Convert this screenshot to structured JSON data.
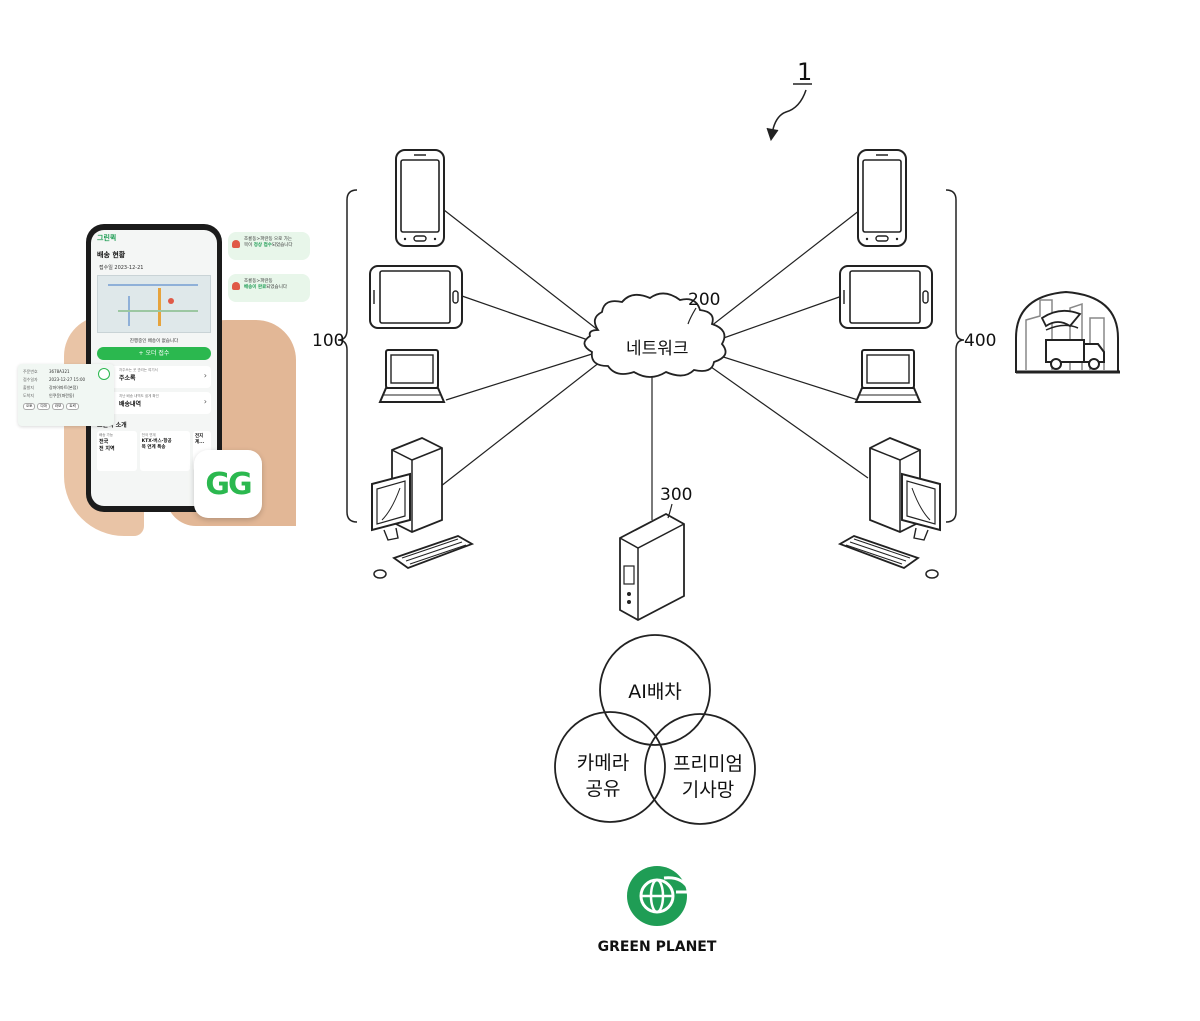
{
  "figure": {
    "ref_system": "1",
    "ref_user_terminals": "100",
    "ref_network": "200",
    "network_label": "네트워크",
    "ref_server": "300",
    "ref_driver_terminals": "400"
  },
  "venn": {
    "circle_top": "AI배차",
    "circle_left_line1": "카메라",
    "circle_left_line2": "공유",
    "circle_right_line1": "프리미엄",
    "circle_right_line2": "기사망"
  },
  "brand": {
    "name": "GREEN PLANET",
    "color": "#1f9d55"
  },
  "app": {
    "logo_text": "그린퀵",
    "section_title": "배송 현황",
    "date_line": "접수일 2023-12-21",
    "status_text": "진행중인 배송이 없습니다",
    "primary_button": "+ 오더 접수",
    "menu1_sub": "자주쓰는 곳 관리는 여기서",
    "menu1_title": "주소록",
    "menu2_sub": "지난 배송 내역도 쉽게 확인",
    "menu2_title": "배송내역",
    "intro_title": "그린퀵 소개",
    "card1_sub": "배송 가능",
    "card1_title_line1": "전국",
    "card1_title_line2": "전 지역",
    "card2_sub": "전국 연계",
    "card2_title_line1": "KTX·버스·항공",
    "card2_title_line2": "목 연계 특송",
    "card3_title_line1": "전지",
    "card3_title_line2": "계..."
  },
  "notifications": [
    {
      "line1": "조룡동>파란동 으로 가는",
      "line2_pre": "목이 ",
      "line2_hl": "정상 접수",
      "line2_post": "되었습니다"
    },
    {
      "line1": "조룡동>파란동",
      "line2_pre": "",
      "line2_hl": "배송이 완료",
      "line2_post": "되었습니다"
    }
  ],
  "receipt": {
    "rows": [
      {
        "k": "주문번호",
        "v": "3678A321"
      },
      {
        "k": "접수일자",
        "v": "2023-12-27 15:00"
      },
      {
        "k": "출발지",
        "v": "강마아파트(본점)"
      },
      {
        "k": "도착지",
        "v": "인쿠운(파란동)"
      }
    ],
    "tags": [
      "오토",
      "다마",
      "라보",
      "트럭"
    ]
  },
  "app_icon_text": "GG"
}
